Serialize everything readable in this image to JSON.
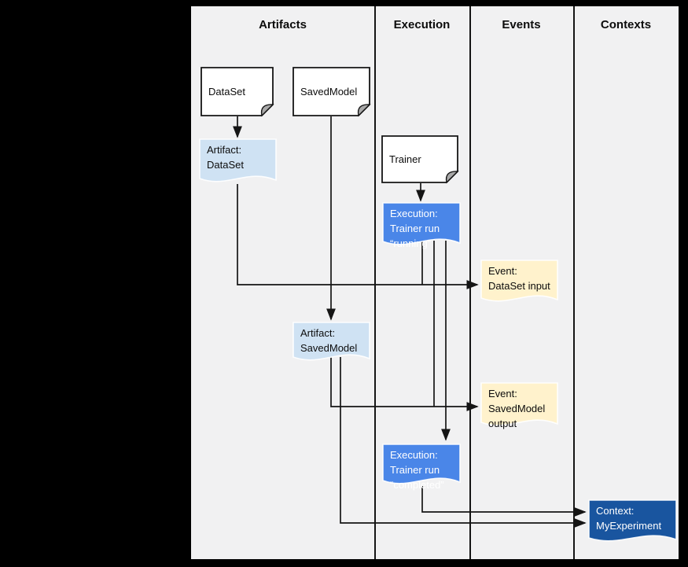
{
  "diagram": {
    "columns": [
      {
        "label": "Artifacts"
      },
      {
        "label": "Execution"
      },
      {
        "label": "Events"
      },
      {
        "label": "Contexts"
      }
    ],
    "nodes": {
      "dataset": {
        "label": "DataSet",
        "type": "note"
      },
      "savedmodel": {
        "label": "SavedModel",
        "type": "note"
      },
      "trainer": {
        "label": "Trainer",
        "type": "note"
      },
      "artifact_dataset": {
        "label": "Artifact:\nDataSet",
        "type": "artifact"
      },
      "execution_running": {
        "label": "Execution:\nTrainer run\n“running”",
        "type": "execution"
      },
      "event_dataset_input": {
        "label": "Event:\nDataSet input",
        "type": "event"
      },
      "artifact_savedmodel": {
        "label": "Artifact:\nSavedModel",
        "type": "artifact"
      },
      "event_savedmodel_output": {
        "label": "Event:\nSavedModel\noutput",
        "type": "event"
      },
      "execution_completed": {
        "label": "Execution:\nTrainer run\n“completed”",
        "type": "execution"
      },
      "context_myexperiment": {
        "label": "Context:\nMyExperiment",
        "type": "context"
      }
    },
    "colors": {
      "artifact": "#cfe2f3",
      "execution": "#4a86e8",
      "event": "#fff2cc",
      "context": "#19559f",
      "note_fill": "#ffffff",
      "fold_fill": "#a9a9a9",
      "line": "#151515",
      "panel_bg": "#f1f1f2",
      "outside_bg": "#000000"
    }
  }
}
